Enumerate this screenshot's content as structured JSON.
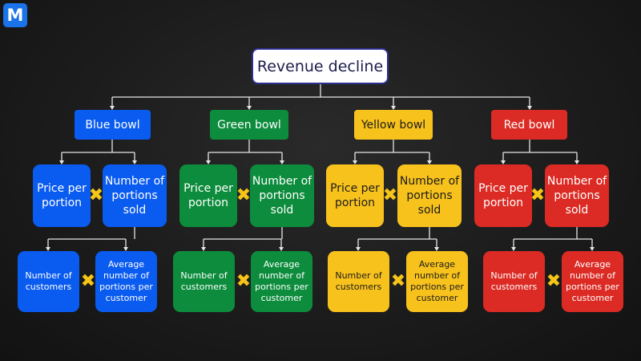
{
  "logo": {
    "letter": "M"
  },
  "root": {
    "label": "Revenue decline"
  },
  "bowls": [
    {
      "label": "Blue bowl",
      "color": "#0a5bf0",
      "text_color": "#ffffff",
      "price_label": "Price per portion",
      "portions_label": "Number of portions sold",
      "customers_label": "Number of customers",
      "avg_label": "Average number of portions per customer"
    },
    {
      "label": "Green bowl",
      "color": "#0c8c3c",
      "text_color": "#ffffff",
      "price_label": "Price per portion",
      "portions_label": "Number of portions sold",
      "customers_label": "Number of customers",
      "avg_label": "Average number of portions per customer"
    },
    {
      "label": "Yellow bowl",
      "color": "#f8c21c",
      "text_color": "#1c1c1c",
      "price_label": "Price per portion",
      "portions_label": "Number of portions sold",
      "customers_label": "Number of customers",
      "avg_label": "Average number of portions per customer"
    },
    {
      "label": "Red bowl",
      "color": "#db2b24",
      "text_color": "#ffffff",
      "price_label": "Price per portion",
      "portions_label": "Number of portions sold",
      "customers_label": "Number of customers",
      "avg_label": "Average number of portions per customer"
    }
  ],
  "multiply_symbol": "✖"
}
